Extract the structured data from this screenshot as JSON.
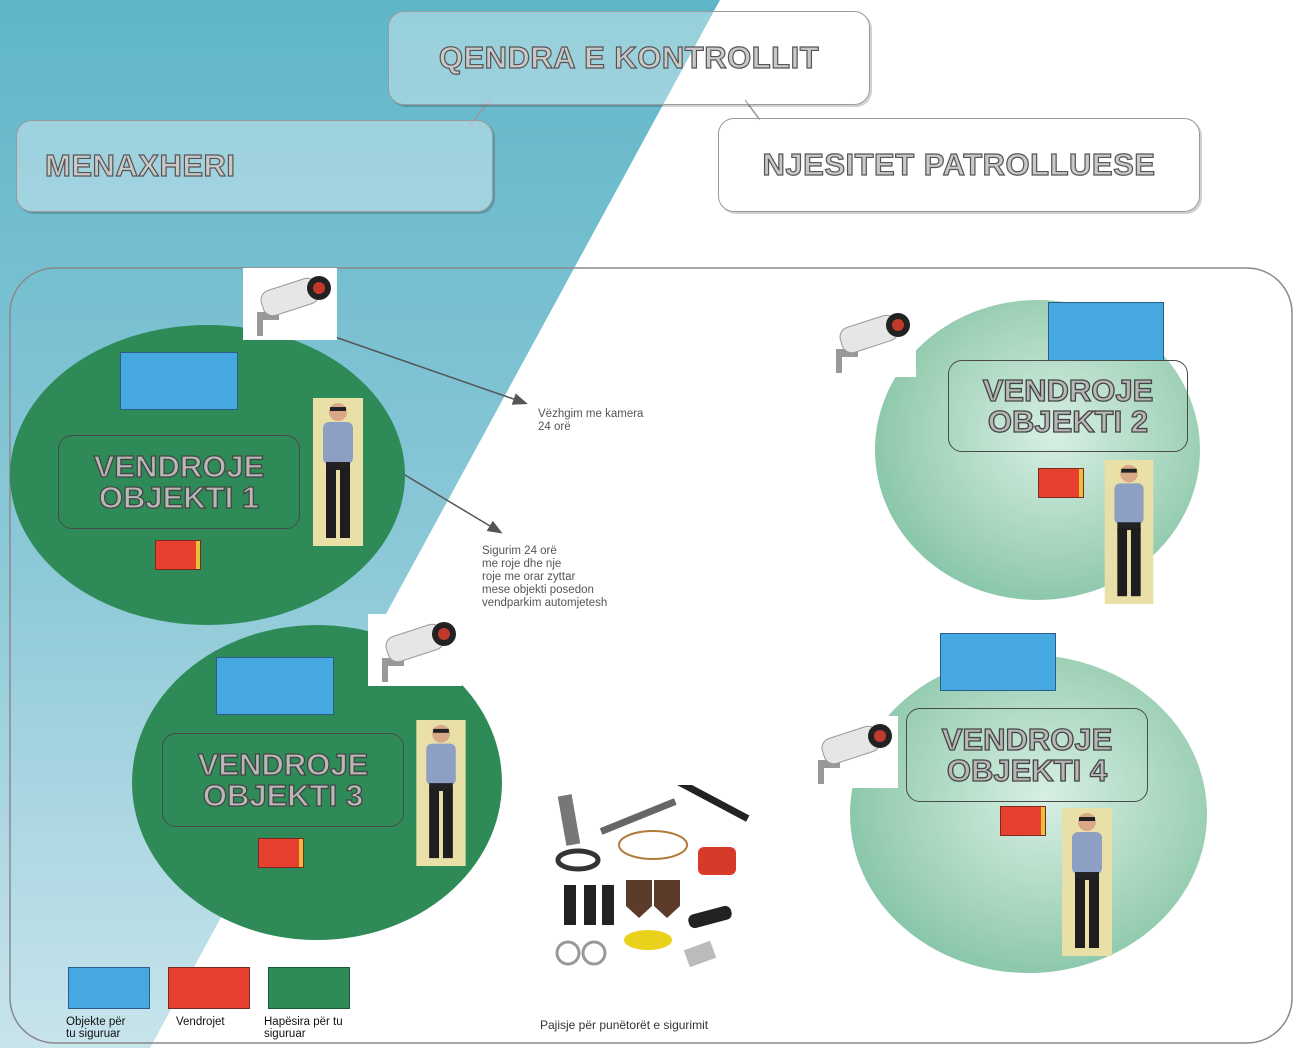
{
  "header": {
    "control_center": "QENDRA E KONTROLLIT",
    "manager": "MENAXHERI",
    "patrol_units": "NJESITET PATROLLUESE"
  },
  "sites": [
    {
      "label_line1": "VENDROJE",
      "label_line2": "OBJEKTI 1"
    },
    {
      "label_line1": "VENDROJE",
      "label_line2": "OBJEKTI 2"
    },
    {
      "label_line1": "VENDROJE",
      "label_line2": "OBJEKTI 3"
    },
    {
      "label_line1": "VENDROJE",
      "label_line2": "OBJEKTI 4"
    }
  ],
  "notes": {
    "camera": "Vëzhgim me kamera\n24 orë",
    "security": "Sigurim 24 orë\nme roje dhe nje\nroje me orar zyttar\nmese objekti posedon\nvendparkim automjetesh"
  },
  "equipment_caption": "Pajisje për punëtorët e sigurimit",
  "legend": [
    {
      "label": "Objekte për\ntu siguruar",
      "color": "#45a8e0"
    },
    {
      "label": "Vendrojet",
      "color": "#e8402e"
    },
    {
      "label": "Hapësira për tu\nsiguruar",
      "color": "#2e8b57"
    }
  ],
  "icons": {
    "camera": "security-camera-icon",
    "guard": "security-guard-photo",
    "equipment": "security-equipment-photo"
  }
}
